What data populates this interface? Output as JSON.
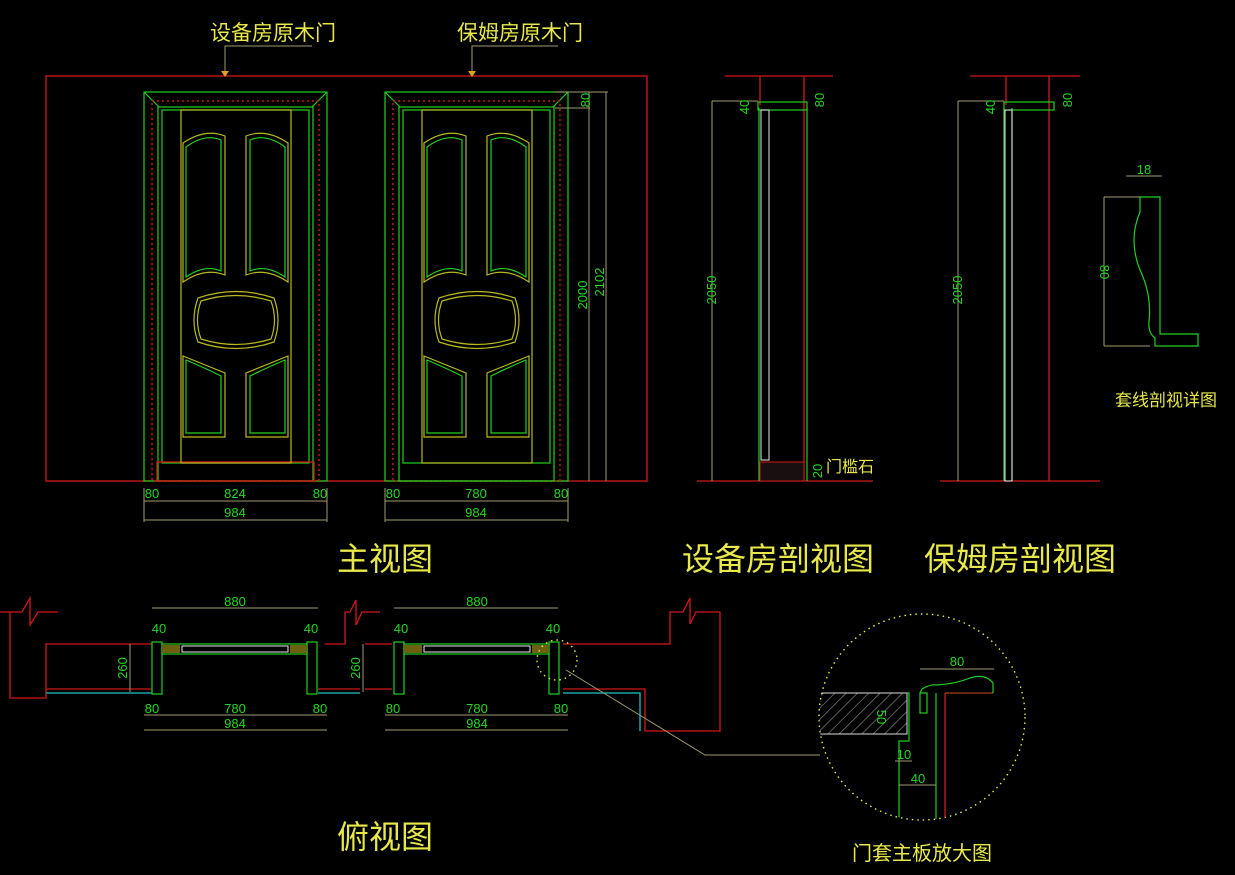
{
  "labels": {
    "door_a_callout": "设备房原木门",
    "door_b_callout": "保姆房原木门",
    "front_view": "主视图",
    "section_a": "设备房剖视图",
    "section_b": "保姆房剖视图",
    "molding_detail": "套线剖视详图",
    "top_view": "俯视图",
    "enlarged_detail": "门套主板放大图",
    "threshold": "门槛石"
  },
  "front_view": {
    "door_a": {
      "trim_left": "80",
      "opening": "824",
      "trim_right": "80",
      "total": "984"
    },
    "door_b": {
      "trim_left": "80",
      "opening": "780",
      "trim_right": "80",
      "total": "984"
    },
    "height_trim": "80",
    "height_opening": "2000",
    "height_total": "2102"
  },
  "section_a": {
    "top_trim": "80",
    "jamb": "40",
    "height": "2050",
    "threshold_h": "20"
  },
  "section_b": {
    "top_trim": "80",
    "jamb": "40",
    "height": "2050"
  },
  "molding": {
    "width": "18",
    "height": "80"
  },
  "top_view": {
    "door_a": {
      "outer": "880",
      "jamb_l": "40",
      "jamb_r": "40",
      "wall_depth": "260",
      "trim_l": "80",
      "leaf": "780",
      "trim_r": "80",
      "total": "984"
    },
    "door_b": {
      "outer": "880",
      "jamb_l": "40",
      "jamb_r": "40",
      "wall_depth": "260",
      "trim_l": "80",
      "leaf": "780",
      "trim_r": "80",
      "total": "984"
    }
  },
  "detail": {
    "trim_width": "80",
    "wall_thickness": "50",
    "gap": "10",
    "jamb": "40"
  },
  "colors": {
    "background": "#000000",
    "wall": "#d01818",
    "frame": "#20d020",
    "panel": "#b8b820",
    "text": "#e8e84a",
    "dimension_text": "#22d622"
  }
}
